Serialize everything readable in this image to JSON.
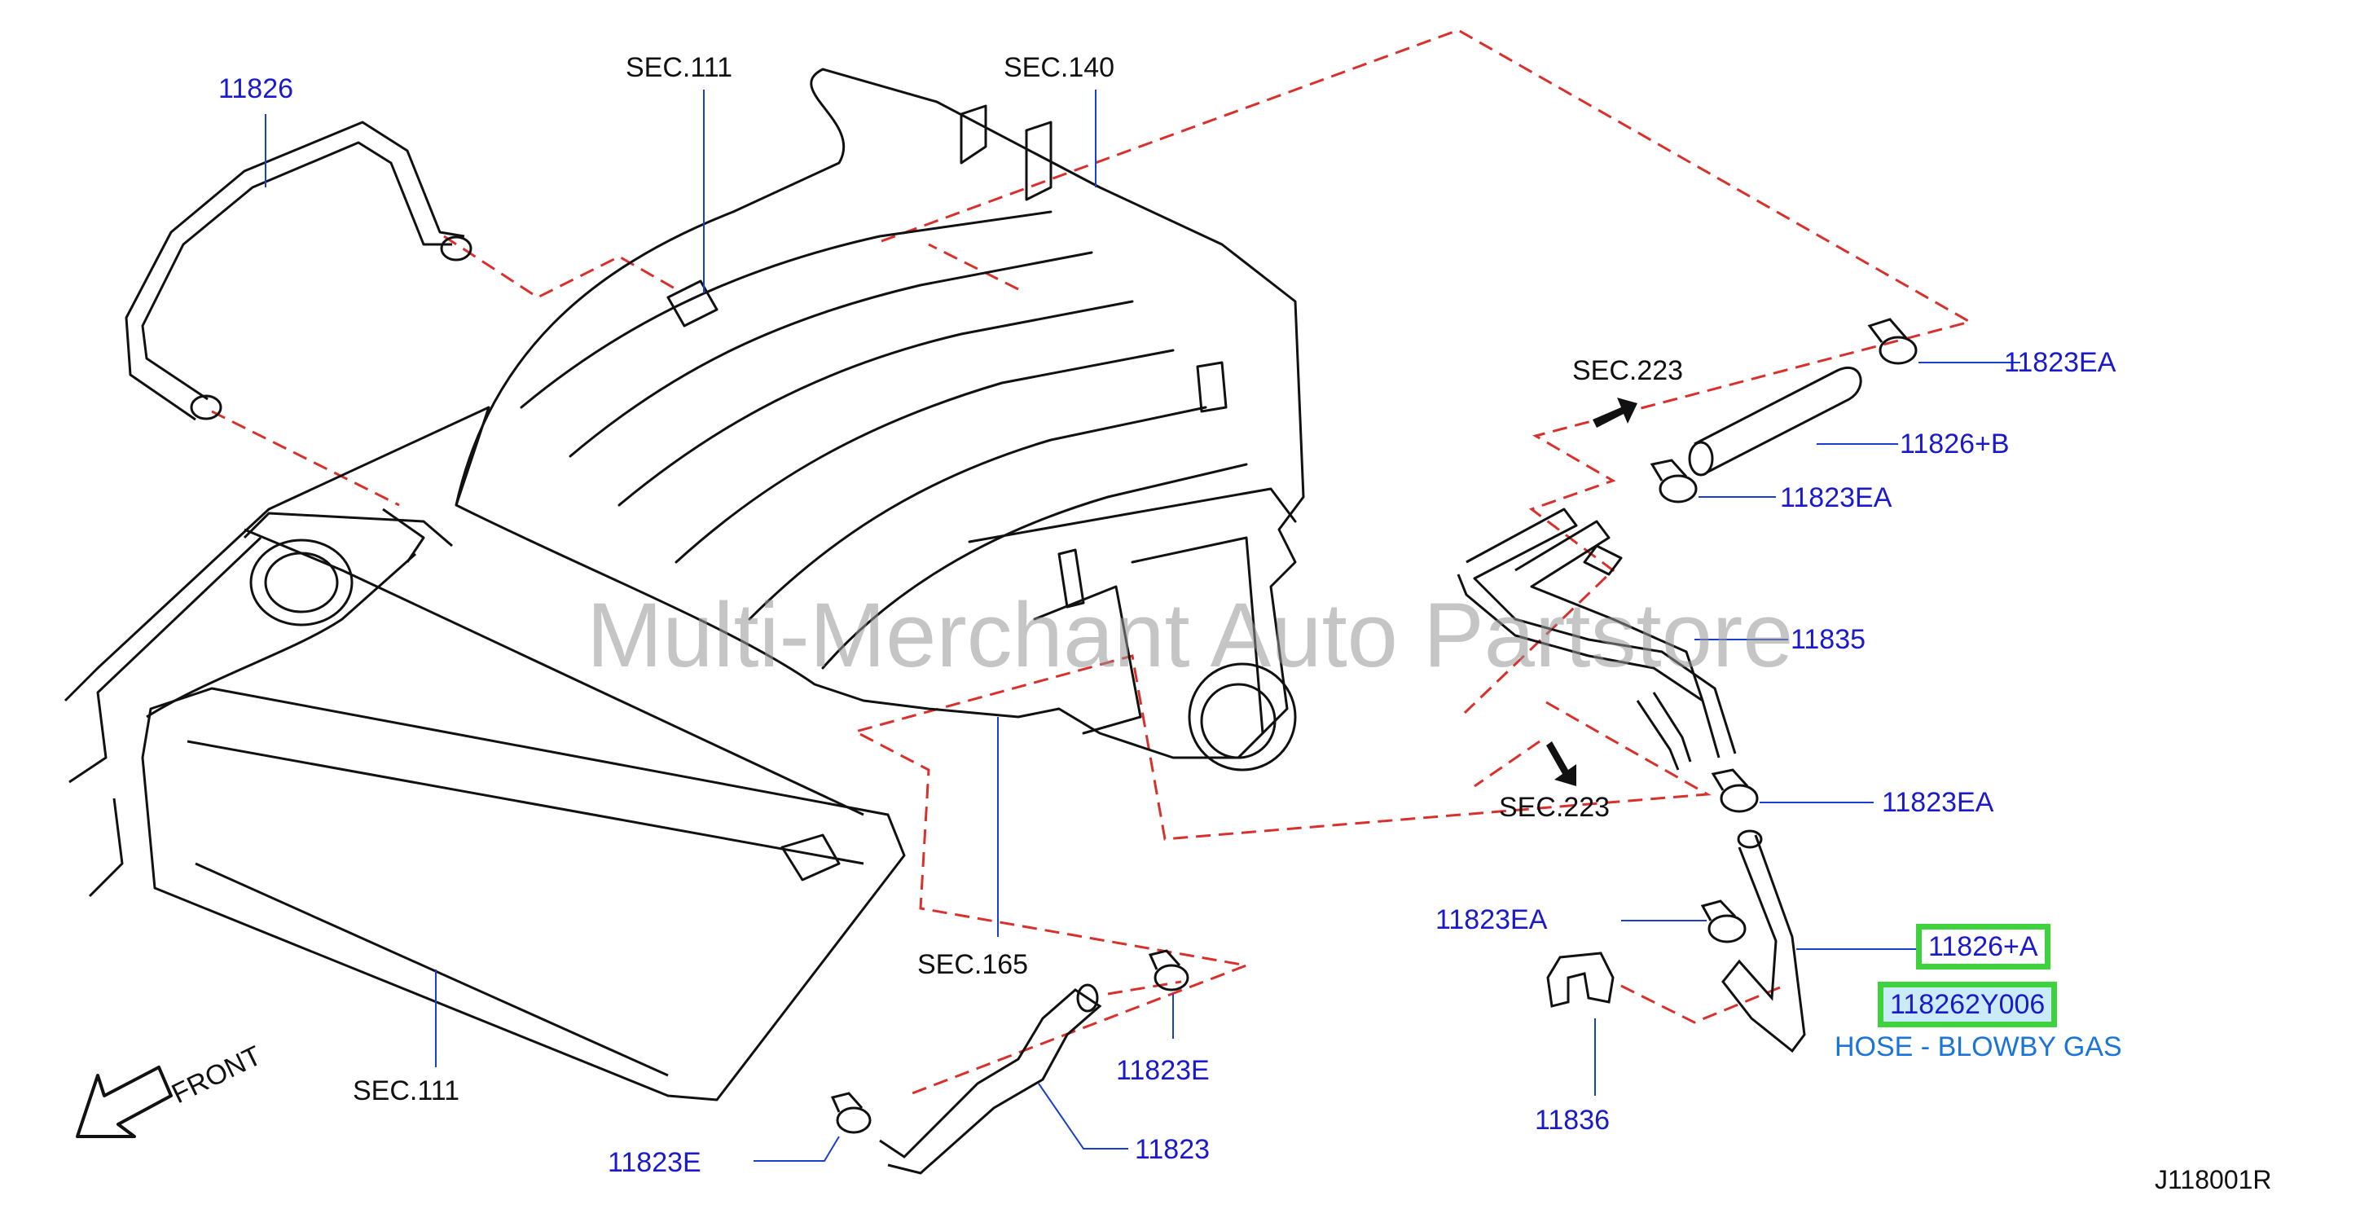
{
  "watermark": "Multi-Merchant Auto Partstore",
  "diagram_id": "J118001R",
  "front_label": "FRONT",
  "labels": {
    "sec111_top": "SEC.111",
    "sec140": "SEC.140",
    "sec223_top": "SEC.223",
    "sec223_mid": "SEC.223",
    "sec165": "SEC.165",
    "sec111_bottom": "SEC.111",
    "p11826_top": "11826",
    "p11823EA_1": "11823EA",
    "p11826B": "11826+B",
    "p11823EA_2": "11823EA",
    "p11835": "11835",
    "p11823EA_3": "11823EA",
    "p11823EA_4": "11823EA",
    "p11826A": "11826+A",
    "p118262Y006": "118262Y006",
    "hose_desc": "HOSE - BLOWBY GAS",
    "p11836": "11836",
    "p11823E_right": "11823E",
    "p11823E_left": "11823E",
    "p11823": "11823"
  },
  "colors": {
    "line": "#111111",
    "dashed": "#d9302c",
    "leader": "#1a3fcc",
    "highlight": "#3fd23f",
    "highlight_fill": "#c9ecf8"
  }
}
